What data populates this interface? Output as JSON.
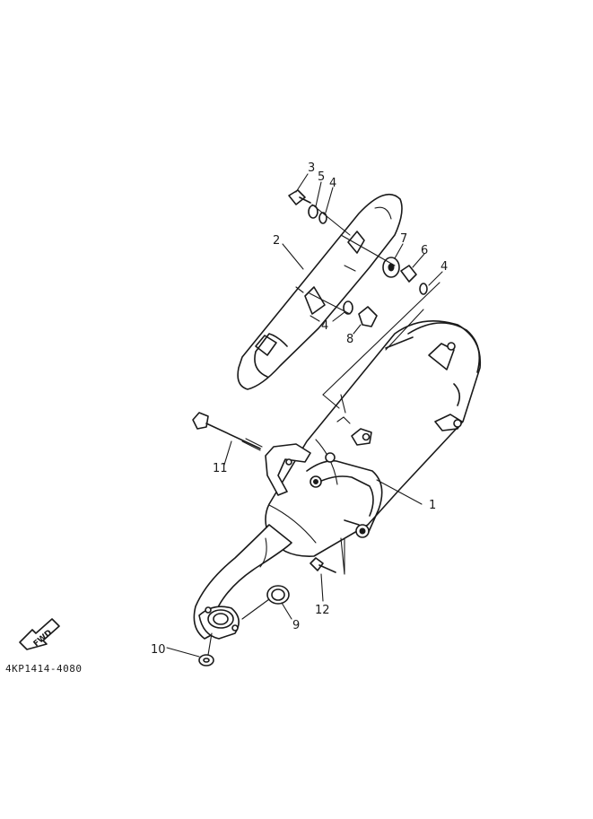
{
  "diagram": {
    "drawing_code": "4KP1414-4080",
    "direction_label": "FWD",
    "callouts": [
      {
        "ref": "1"
      },
      {
        "ref": "2"
      },
      {
        "ref": "3"
      },
      {
        "ref": "4"
      },
      {
        "ref": "4"
      },
      {
        "ref": "4"
      },
      {
        "ref": "5"
      },
      {
        "ref": "6"
      },
      {
        "ref": "7"
      },
      {
        "ref": "8"
      },
      {
        "ref": "9"
      },
      {
        "ref": "10"
      },
      {
        "ref": "11"
      },
      {
        "ref": "12"
      }
    ]
  }
}
